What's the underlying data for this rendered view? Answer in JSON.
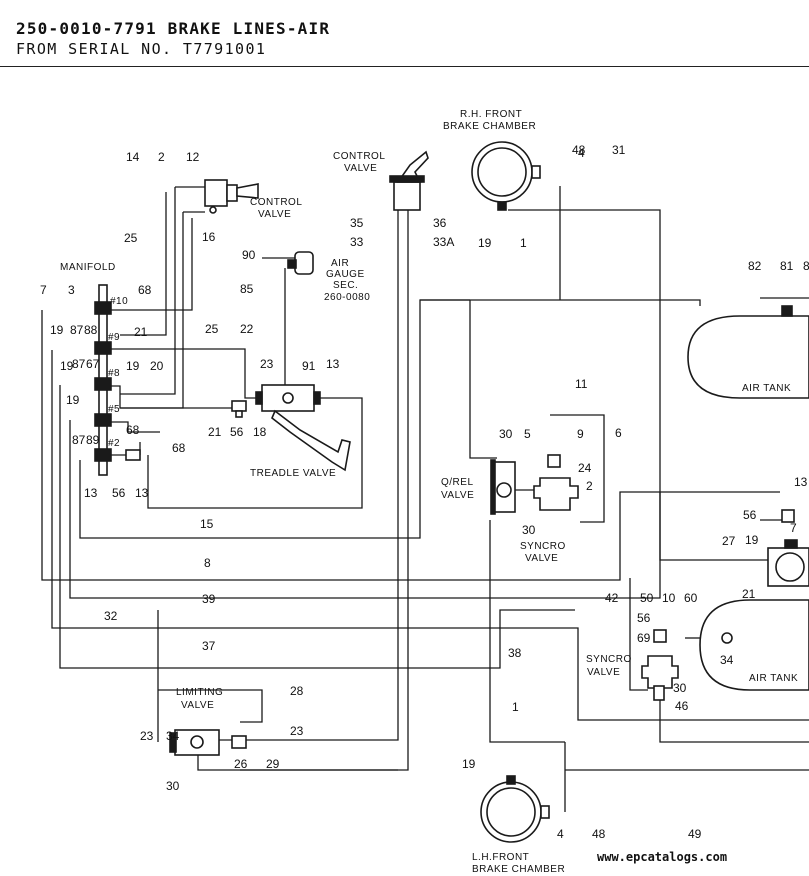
{
  "header": {
    "title": "250-0010-7791 BRAKE LINES-AIR",
    "subtitle": "FROM SERIAL NO. T7791001"
  },
  "labels": {
    "rh_front_1": "R.H. FRONT",
    "rh_front_2": "BRAKE CHAMBER",
    "lh_front_1": "L.H.FRONT",
    "lh_front_2": "BRAKE CHAMBER",
    "control_valve_top_1": "CONTROL",
    "control_valve_top_2": "VALVE",
    "control_valve_left_1": "CONTROL",
    "control_valve_left_2": "VALVE",
    "manifold": "MANIFOLD",
    "air_gauge_1": "AIR",
    "air_gauge_2": "GAUGE",
    "air_gauge_3": "SEC.",
    "air_gauge_4": "260-0080",
    "treadle_valve": "TREADLE VALVE",
    "qrel_1": "Q/REL",
    "qrel_2": "VALVE",
    "syncro_upper_1": "SYNCRO",
    "syncro_upper_2": "VALVE",
    "syncro_lower_1": "SYNCRO",
    "syncro_lower_2": "VALVE",
    "limiting_1": "LIMITING",
    "limiting_2": "VALVE",
    "air_tank_upper": "AIR TANK",
    "air_tank_lower": "AIR TANK",
    "port_10": "#10",
    "port_9": "#9",
    "port_8": "#8",
    "port_5": "#5",
    "port_2": "#2"
  },
  "callouts": {
    "c14": "14",
    "c2a": "2",
    "c12": "12",
    "c16": "16",
    "c25a": "25",
    "c25b": "25",
    "c35": "35",
    "c36": "36",
    "c33": "33",
    "c33a": "33A",
    "c4a": "4",
    "c48a": "48",
    "c31": "31",
    "c19a": "19",
    "c1a": "1",
    "c90": "90",
    "c85": "85",
    "c22": "22",
    "c23a": "23",
    "c91": "91",
    "c13a": "13",
    "c7": "7",
    "c3": "3",
    "c68a": "68",
    "c19b": "19",
    "c87a": "87",
    "c88": "88",
    "c21a": "21",
    "c19c": "19",
    "c87b": "87",
    "c67": "67",
    "c19d": "19",
    "c20": "20",
    "c19e": "19",
    "c68b": "68",
    "c21b": "21",
    "c56a": "56",
    "c18": "18",
    "c87c": "87",
    "c89": "89",
    "c68c": "68",
    "c13b": "13",
    "c56b": "56",
    "c13c": "13",
    "c15": "15",
    "c8": "8",
    "c39": "39",
    "c32": "32",
    "c37": "37",
    "c82": "82",
    "c81": "81",
    "c8b": "8",
    "c11": "11",
    "c30a": "30",
    "c5": "5",
    "c9": "9",
    "c6": "6",
    "c24": "24",
    "c2b": "2",
    "c30b": "30",
    "c13d": "13",
    "c56c": "56",
    "c27": "27",
    "c19f": "19",
    "c7b": "7",
    "c21c": "21",
    "c42": "42",
    "c50": "50",
    "c10": "10",
    "c60": "60",
    "c56d": "56",
    "c69": "69",
    "c30c": "30",
    "c46": "46",
    "c34a": "34",
    "c38": "38",
    "c1b": "1",
    "c28": "28",
    "c23b": "23",
    "c23c": "23",
    "c34b": "34",
    "c26": "26",
    "c29": "29",
    "c30d": "30",
    "c19g": "19",
    "c4b": "4",
    "c48b": "48",
    "c49": "49"
  },
  "watermark": "www.epcatalogs.com"
}
